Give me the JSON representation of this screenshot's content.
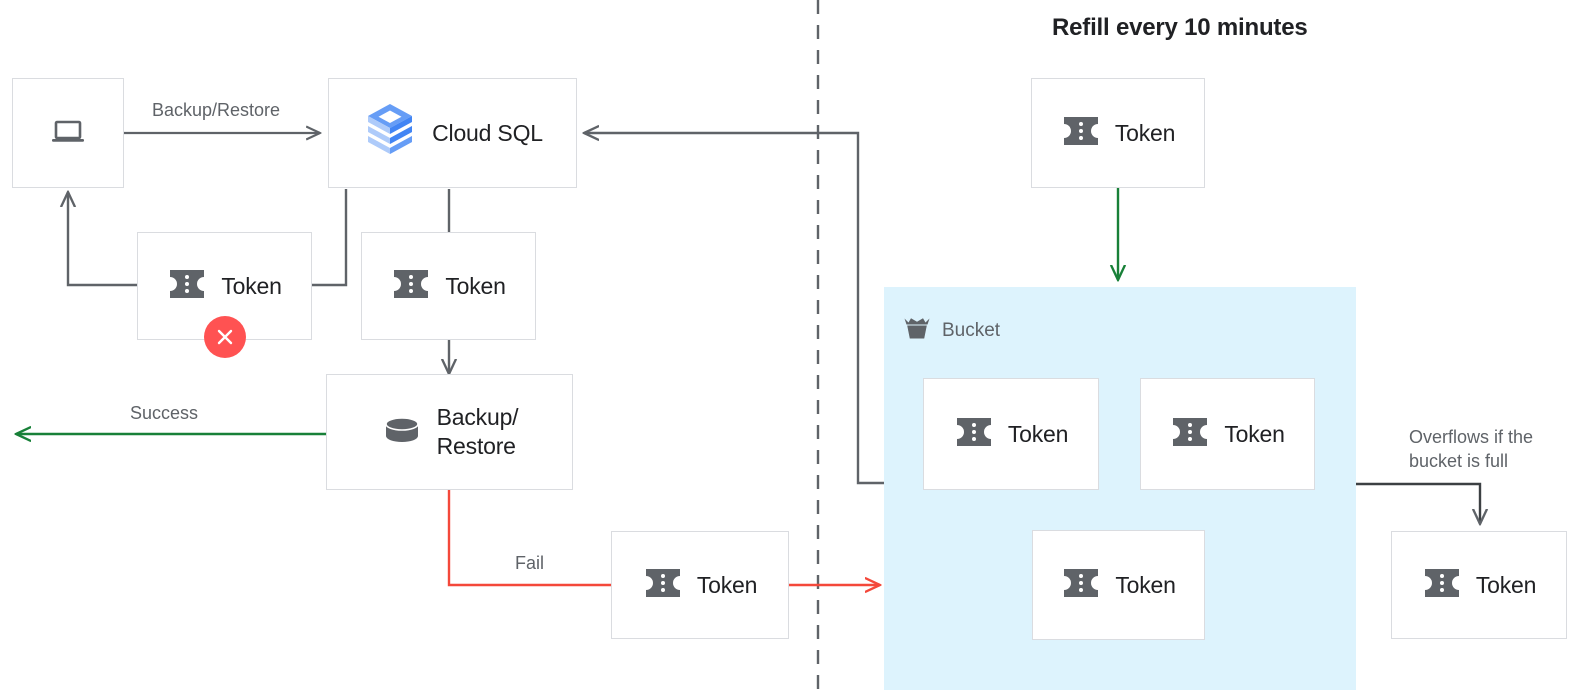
{
  "title": "Refill every 10 minutes",
  "colors": {
    "box_border": "#dadce0",
    "arrow_dark": "#5f6368",
    "arrow_green": "#188038",
    "arrow_red": "#f4483a",
    "bucket_fill": "#ddf3fd",
    "fail_badge": "#ff5252",
    "icon_gray": "#5f6368",
    "cloudsql_blue_dark": "#4285f4",
    "cloudsql_blue_mid": "#669df6",
    "cloudsql_blue_light": "#aecbfa",
    "text_primary": "#202124",
    "text_secondary": "#5f6368"
  },
  "nodes": {
    "client": {
      "label": "",
      "icon": "laptop-icon"
    },
    "cloudsql": {
      "label": "Cloud SQL",
      "icon": "cloud-sql-icon"
    },
    "token_rejected": {
      "label": "Token",
      "icon": "token-icon",
      "badge": "fail-x-badge"
    },
    "token_accepted": {
      "label": "Token",
      "icon": "token-icon"
    },
    "backup_restore": {
      "label": "Backup/\nRestore",
      "icon": "database-icon"
    },
    "token_fail": {
      "label": "Token",
      "icon": "token-icon"
    },
    "token_refill": {
      "label": "Token",
      "icon": "token-icon"
    },
    "token_bucket_1": {
      "label": "Token",
      "icon": "token-icon"
    },
    "token_bucket_2": {
      "label": "Token",
      "icon": "token-icon"
    },
    "token_bucket_3": {
      "label": "Token",
      "icon": "token-icon"
    },
    "token_overflow": {
      "label": "Token",
      "icon": "token-icon"
    }
  },
  "bucket": {
    "caption": "Bucket",
    "icon": "bucket-icon"
  },
  "edge_labels": {
    "backup_restore": "Backup/Restore",
    "success": "Success",
    "fail": "Fail",
    "overflow": "Overflows if the\nbucket is full"
  }
}
